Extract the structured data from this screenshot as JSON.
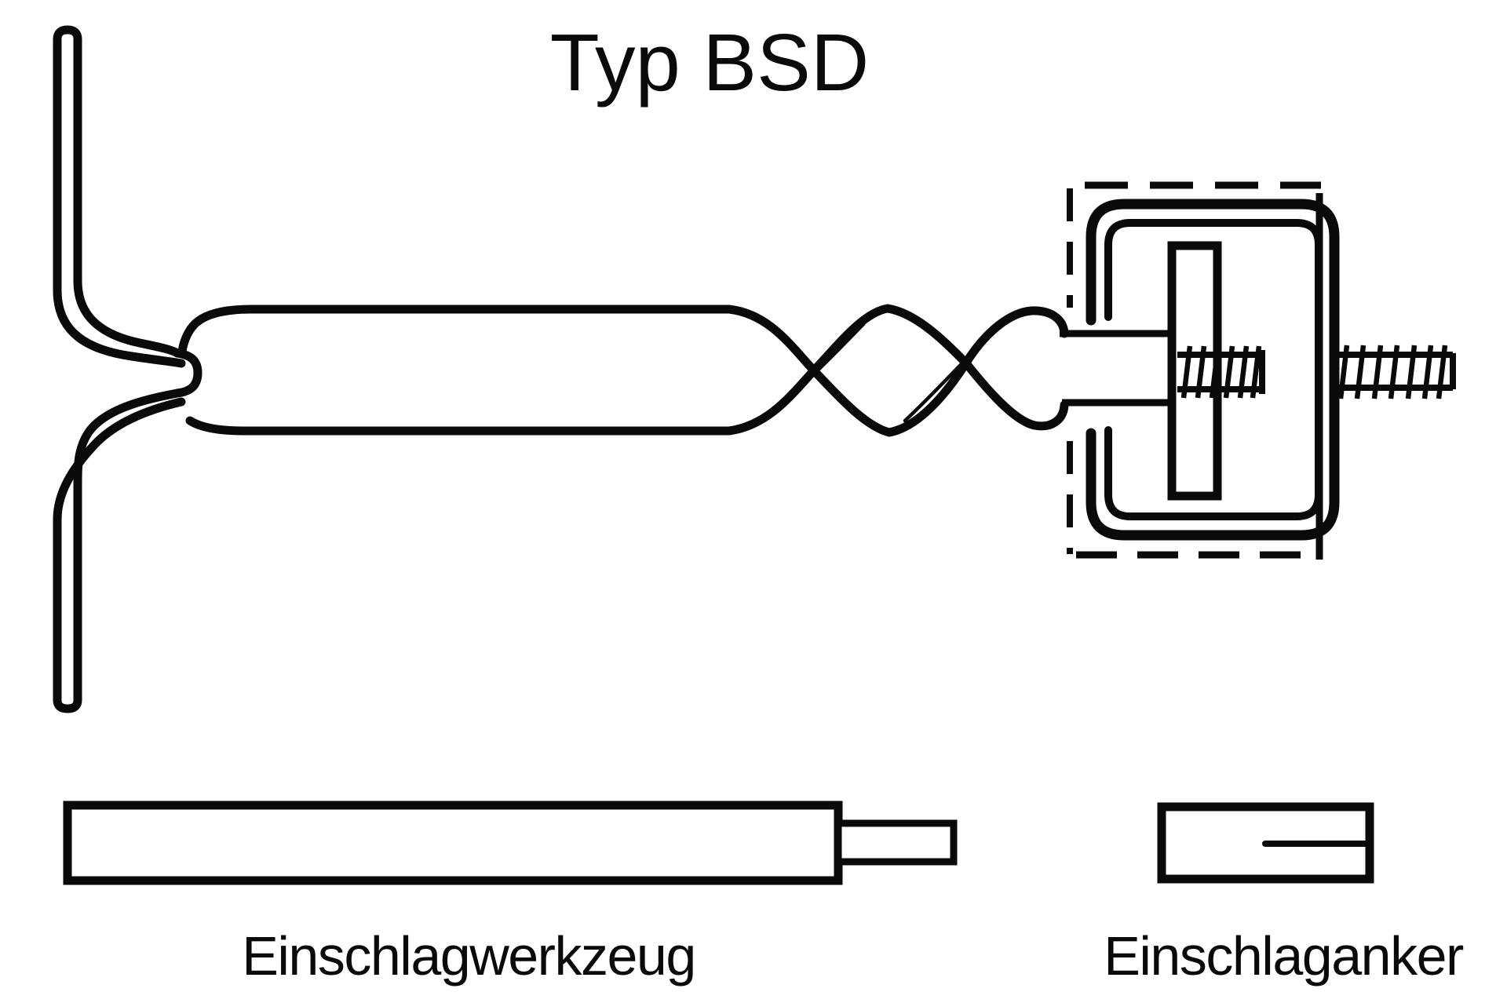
{
  "figure": {
    "title": "Typ BSD",
    "captions": {
      "tool": "Einschlagwerkzeug",
      "anchor": "Einschlaganker"
    }
  },
  "colors": {
    "line": "#0a0a0a",
    "background": "#ffffff"
  }
}
